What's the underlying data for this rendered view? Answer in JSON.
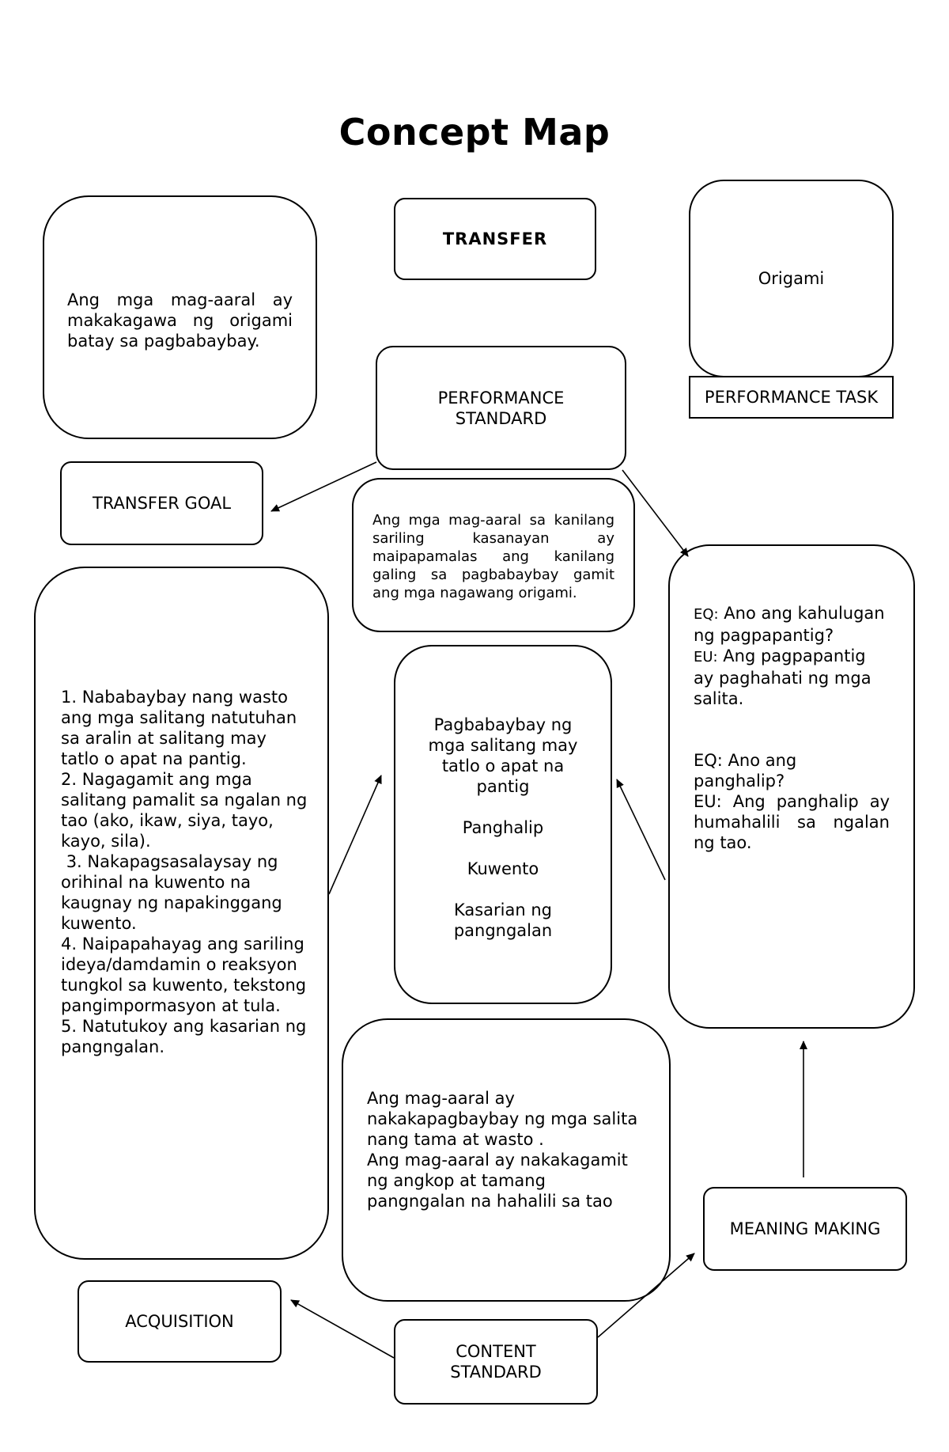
{
  "title": "Concept Map",
  "transfer_label": "TRANSFER",
  "transfer_goal": {
    "text": "Ang mga mag-aaral ay makakagawa ng origami batay sa pagbabaybay.",
    "label": "TRANSFER GOAL"
  },
  "performance_task": {
    "text": "Origami",
    "label": "PERFORMANCE TASK"
  },
  "performance_standard": {
    "label_line1": "PERFORMANCE",
    "label_line2": "STANDARD",
    "text": "Ang mga mag-aaral sa kanilang sariling kasanayan ay maipapamalas ang kanilang galing sa pagbabaybay gamit ang mga nagawang origami."
  },
  "acquisition": {
    "label": "ACQUISITION",
    "items": [
      "1. Nababaybay nang wasto ang mga salitang natutuhan sa aralin at salitang may tatlo o apat na pantig.",
      "2. Nagagamit ang mga salitang pamalit sa ngalan ng tao (ako, ikaw, siya, tayo, kayo, sila).",
      " 3. Nakapagsasalaysay ng orihinal na kuwento na kaugnay ng napakinggang kuwento.",
      "4. Naipapahayag ang sariling ideya/damdamin o reaksyon tungkol sa kuwento, tekstong pangimpormasyon at tula.",
      "5. Natutukoy ang kasarian ng pangngalan."
    ]
  },
  "topics": {
    "item1": "Pagbabaybay ng mga salitang may tatlo o apat na pantig",
    "item2": "Panghalip",
    "item3": "Kuwento",
    "item4": "Kasarian ng pangngalan"
  },
  "meaning_making": {
    "label": "MEANING MAKING",
    "eq1_prefix": "EQ:",
    "eq1": " Ano ang kahulugan ng pagpapantig?",
    "eu1_prefix": "EU:",
    "eu1": " Ang pagpapantig ay paghahati ng mga salita.",
    "eq2": "EQ: Ano ang panghalip?",
    "eu2": "EU: Ang panghalip ay humahalili sa ngalan ng tao."
  },
  "content_standard": {
    "label_line1": "CONTENT",
    "label_line2": "STANDARD",
    "text_line1": "Ang mag-aaral ay nakakapagbaybay ng mga salita nang tama at wasto .",
    "text_line2": "Ang mag-aaral ay nakakagamit ng angkop at tamang pangngalan na hahalili sa tao"
  },
  "colors": {
    "line": "#000000",
    "background": "#ffffff"
  }
}
